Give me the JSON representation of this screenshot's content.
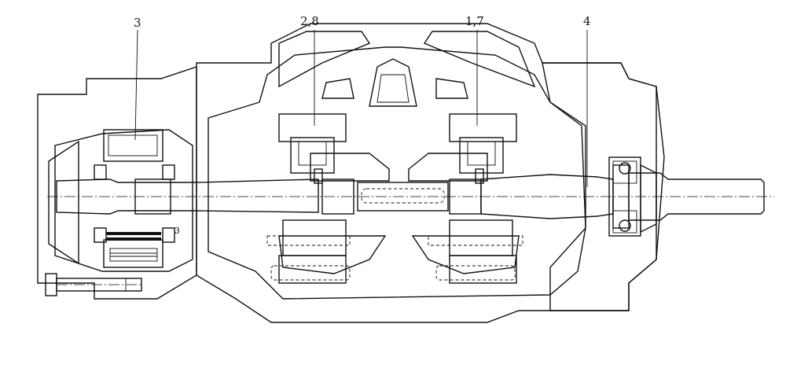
{
  "labels": {
    "callout_3": "3",
    "callout_2_8": "2,8",
    "callout_1_7": "1,7",
    "callout_4": "4",
    "small_3": "3"
  },
  "colors": {
    "ink": "#111111",
    "background": "#ffffff"
  }
}
